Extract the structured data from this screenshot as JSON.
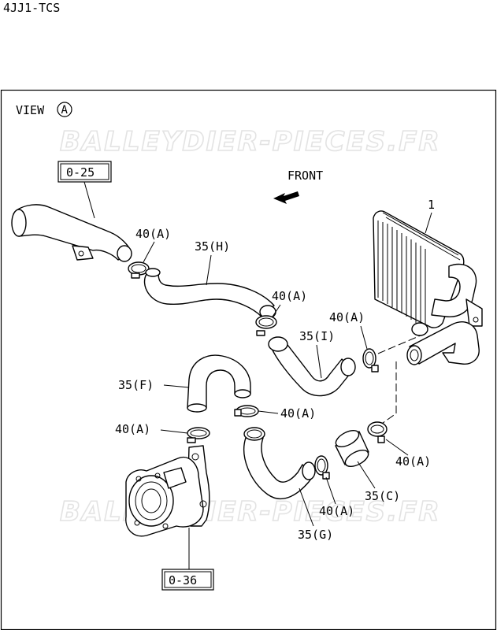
{
  "header": {
    "model_code": "4JJ1-TCS"
  },
  "view": {
    "label": "VIEW",
    "marker": "A"
  },
  "watermarks": [
    "BALLEYDIER-PIECES.FR",
    "BALLEYDIER-PIECES.FR"
  ],
  "direction": {
    "label": "FRONT",
    "arrow_icon": "front-arrow-icon"
  },
  "references": {
    "upper": "0-25",
    "lower": "0-36"
  },
  "callouts": {
    "intercooler": "1",
    "clamp_a1": "40(A)",
    "clamp_a2": "40(A)",
    "clamp_a3": "40(A)",
    "clamp_a4": "40(A)",
    "clamp_a5": "40(A)",
    "clamp_a6": "40(A)",
    "clamp_a7": "40(A)",
    "hose_h": "35(H)",
    "hose_i": "35(I)",
    "hose_f": "35(F)",
    "hose_c": "35(C)",
    "hose_g": "35(G)"
  }
}
